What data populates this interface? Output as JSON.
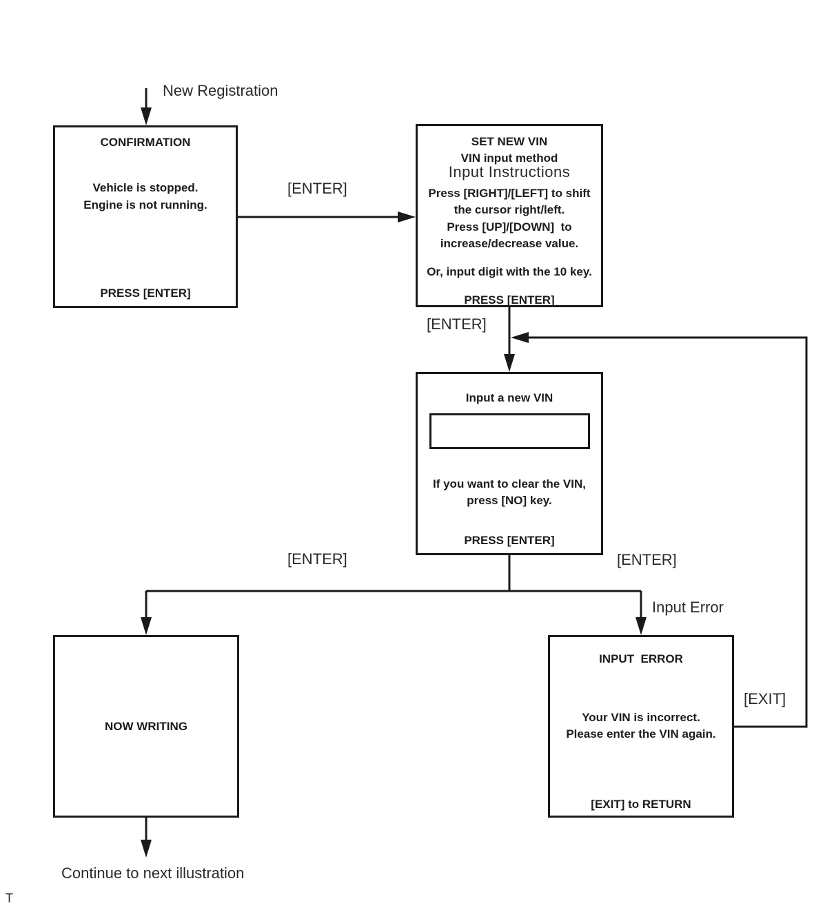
{
  "labels": {
    "new_registration": "New Registration",
    "enter_top": "[ENTER]",
    "enter_mid": "[ENTER]",
    "enter_left": "[ENTER]",
    "enter_right": "[ENTER]",
    "input_error": "Input Error",
    "exit": "[EXIT]",
    "continue_next": "Continue to next illustration",
    "page_marker": "T"
  },
  "nodes": {
    "confirmation": {
      "title": "CONFIRMATION",
      "body": [
        "Vehicle is stopped.",
        "Engine is not running."
      ],
      "footer": "PRESS [ENTER]"
    },
    "set_new_vin": {
      "title": "SET NEW VIN",
      "subtitle": "VIN input method",
      "heading": "Input Instructions",
      "instructions": [
        "Press [RIGHT]/[LEFT] to shift",
        "the cursor right/left.",
        "Press [UP]/[DOWN]  to",
        "increase/decrease value."
      ],
      "note": "Or, input digit with the 10 key.",
      "footer": "PRESS [ENTER]"
    },
    "input_new_vin": {
      "title": "Input a new VIN",
      "vin_field_value": "",
      "body": [
        "If you want to clear the VIN,",
        "press [NO] key."
      ],
      "footer": "PRESS [ENTER]"
    },
    "now_writing": {
      "title": "NOW WRITING"
    },
    "input_error": {
      "title": "INPUT  ERROR",
      "body": [
        "Your VIN is incorrect.",
        "Please enter the VIN again."
      ],
      "footer": "[EXIT] to RETURN"
    }
  },
  "colors": {
    "line": "#1a1a1a",
    "text": "#1c1c1c",
    "background": "#ffffff"
  }
}
